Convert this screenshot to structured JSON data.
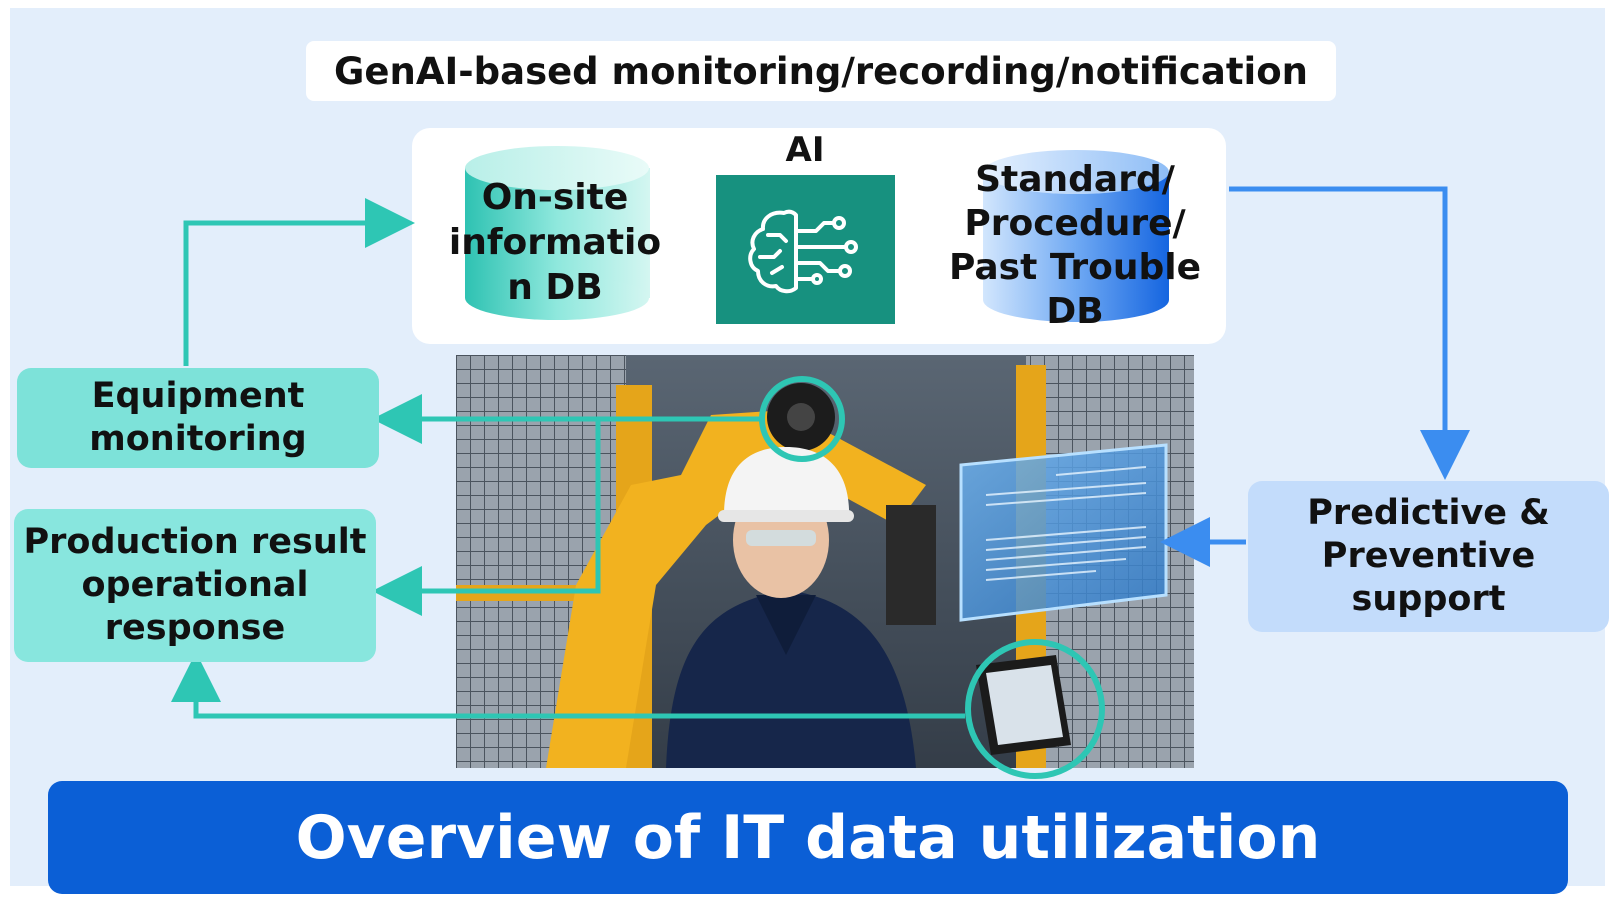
{
  "header": {
    "title": "GenAI-based monitoring/recording/notification"
  },
  "databases": {
    "onsite": {
      "label": "On-site informatio n DB"
    },
    "ai": {
      "label": "AI",
      "icon": "ai-brain-circuit-icon"
    },
    "standard": {
      "label": "Standard/ Procedure/ Past Trouble DB"
    }
  },
  "boxes": {
    "equipment": "Equipment monitoring",
    "production": "Production result operational response",
    "predictive": "Predictive & Preventive support"
  },
  "photo": {
    "description_icon": "factory-worker-robot-arm-photo"
  },
  "banner": {
    "title": "Overview of IT data utilization"
  },
  "colors": {
    "teal": "#2ec6b4",
    "blue_arrow": "#3b8df0",
    "banner": "#0b5fd6",
    "background": "#e3eefb"
  }
}
